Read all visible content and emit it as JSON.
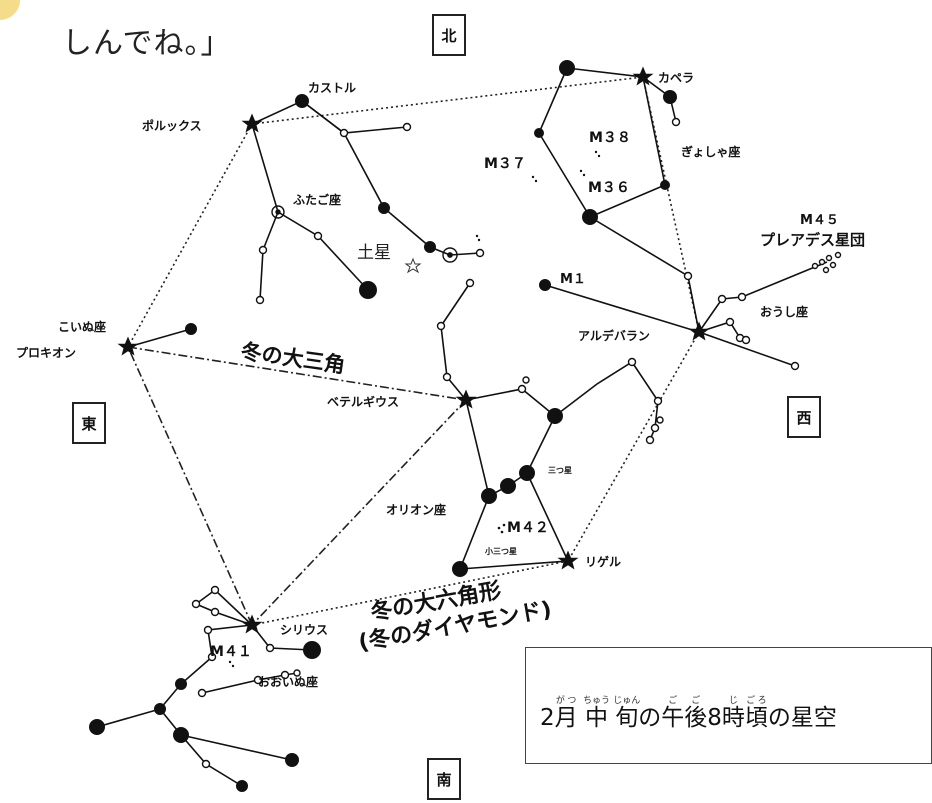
{
  "intro_text": "しんでね。」",
  "directions": {
    "north": "北",
    "east": "東",
    "west": "西",
    "south": "南"
  },
  "constellations": {
    "castor": "カストル",
    "pollux": "ポルックス",
    "gemini": "ふたご座",
    "saturn": "土星",
    "capella": "カペラ",
    "auriga": "ぎょしゃ座",
    "m38": "M３８",
    "m37": "M３７",
    "m36": "M３６",
    "m45": "M４５",
    "pleiades": "プレアデス星団",
    "m1": "M１",
    "taurus": "おうし座",
    "aldebaran": "アルデバラン",
    "canis_minor": "こいぬ座",
    "procyon": "プロキオン",
    "betelgeuse": "ベテルギウス",
    "orion": "オリオン座",
    "three_stars": "三つ星",
    "m42": "M４２",
    "small_three_stars": "小三つ星",
    "rigel": "リゲル",
    "sirius": "シリウス",
    "m41": "M４１",
    "canis_major": "おおいぬ座"
  },
  "winter_triangle": "冬の大三角",
  "winter_hexagon_line1": "冬の大六角形",
  "winter_hexagon_line2": "(冬のダイヤモンド)",
  "caption": {
    "c1": "2",
    "c2": "月",
    "c2r": "がつ",
    "c3": "中",
    "c3r": "ちゅう",
    "c4": "旬",
    "c4r": "じゅん",
    "c5": "の",
    "c6": "午",
    "c6r": "ご",
    "c7": "後",
    "c7r": "ご",
    "c8": "8",
    "c9": "時",
    "c9r": "じ",
    "c10": "頃",
    "c10r": "ごろ",
    "c11": "の星空"
  }
}
